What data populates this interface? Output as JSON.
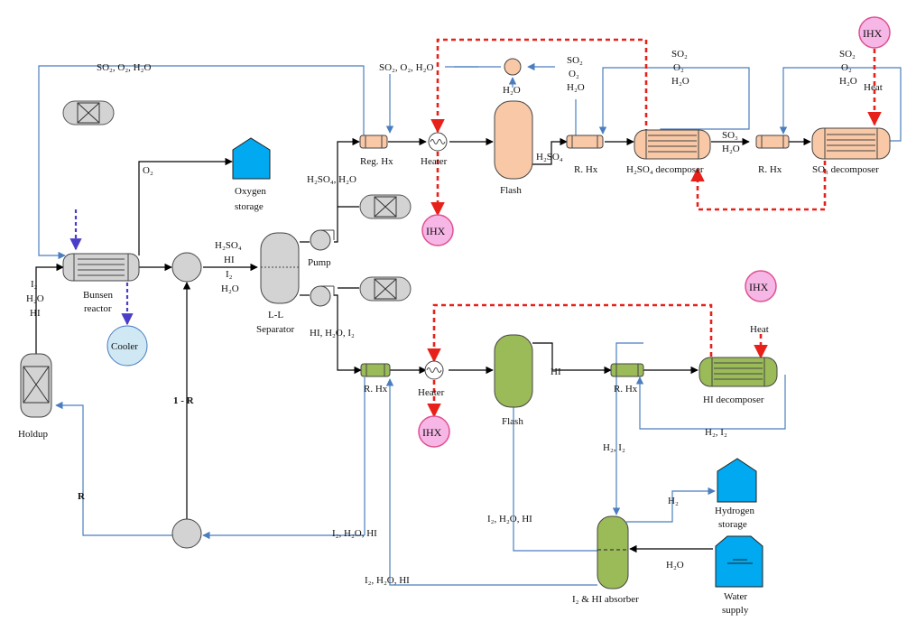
{
  "labels": {
    "so2_o2_h2o_top_left": "SO₂, O₂, H₂O",
    "so2_o2_h2o_reg": "SO₂, O₂, H₂O",
    "o2": "O₂",
    "oxygen_storage_1": "Oxygen",
    "oxygen_storage_2": "storage",
    "h2so4_h2o": "H₂SO₄, H₂O",
    "reg_hx": "Reg. Hx",
    "heater_top": "Heater",
    "ihx_top": "IHX",
    "h2o_flash": "H₂O",
    "flash_top": "Flash",
    "h2so4_mid": "H₂SO₄",
    "so2_1": "SO₂",
    "o2_1": "O₂",
    "h2o_1": "H₂O",
    "r_hx_top1": "R. Hx",
    "so2_2": "SO₂",
    "o2_2": "O₂",
    "h2o_2": "H₂O",
    "h2so4_decomposer": "H₂SO₄ decomposer",
    "so3_1": "SO₃",
    "h2o_3": "H₂O",
    "r_hx_top2": "R. Hx",
    "so3_decomposer": "SO₃ decomposer",
    "so2_3": "SO₂",
    "o2_3": "O₂",
    "h2o_4": "H₂O",
    "ihx_right": "IHX",
    "heat_top": "Heat",
    "pump": "Pump",
    "feed_h2so4": "H₂SO₄",
    "feed_hi": "HI",
    "feed_i2": "I₂",
    "feed_h2o": "H₂O",
    "i2_left": "I₂",
    "h2o_left": "H₂O",
    "hi_left": "HI",
    "bunsen_1": "Bunsen",
    "bunsen_2": "reactor",
    "cooler": "Cooler",
    "holdup": "Holdup",
    "ll_sep_1": "L-L",
    "ll_sep_2": "Separator",
    "hi_h2o_i2": "HI, H₂O, I₂",
    "one_minus_r": "1 - R",
    "r": "R",
    "r_hx_bottom1": "R. Hx",
    "heater_bottom": "Heater",
    "ihx_bottom": "IHX",
    "flash_bottom": "Flash",
    "hi_stream": "HI",
    "r_hx_bottom2": "R. Hx",
    "hi_decomposer": "HI decomposer",
    "ihx_hi": "IHX",
    "heat_bottom": "Heat",
    "h2_i2_1": "H₂, I₂",
    "h2_i2_2": "H₂, I₂",
    "i2_h2o_hi_flash": "I₂, H₂O, HI",
    "h2": "H₂",
    "hydrogen_storage_1": "Hydrogen",
    "hydrogen_storage_2": "storage",
    "i2_h2o_hi_recycle": "I₂, H₂O, HI",
    "i2_h2o_hi_absorber": "I₂, H₂O, HI",
    "h2o_water": "H₂O",
    "absorber": "I₂ & HI absorber",
    "water_supply_1": "Water",
    "water_supply_2": "supply"
  },
  "colors": {
    "blue_line": "#4a7ebf",
    "black_line": "#000000",
    "red_dash": "#e8201a",
    "purple_dash": "#4b3dc8",
    "orange_fill": "#f9c8a6",
    "green_fill": "#9bbb59",
    "grey_fill": "#d3d3d3",
    "cyan_fill": "#00a9f0",
    "ihx_fill": "#f6b6e6",
    "ihx_stroke": "#e05090",
    "cooler_fill": "#cfe8f3"
  }
}
